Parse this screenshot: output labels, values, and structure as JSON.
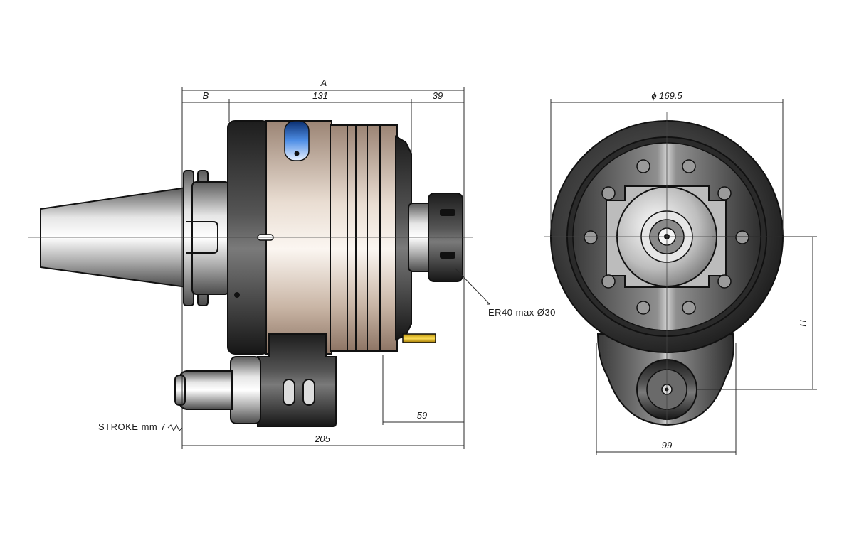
{
  "side_view": {
    "dimensions": {
      "total_length_label": "A",
      "taper_length_label": "B",
      "body_length": "131",
      "nose_length": "39",
      "offset_length": "59",
      "overall_length": "205"
    },
    "annotations": {
      "collet": "ER40 max Ø30",
      "stroke": "STROKE mm 7"
    }
  },
  "front_view": {
    "dimensions": {
      "diameter": "ϕ 169.5",
      "width_bottom": "99",
      "height_label": "H"
    }
  }
}
